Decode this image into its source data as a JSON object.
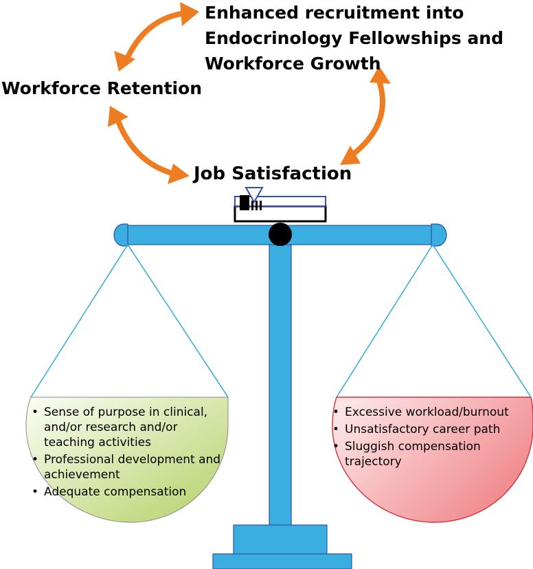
{
  "labels": {
    "top_line1": "Enhanced recruitment  into",
    "top_line2": "Endocrinology Fellowships and",
    "top_line3": "Workforce Growth",
    "retention": "Workforce Retention",
    "job_satisfaction": "Job Satisfaction"
  },
  "left_pan": {
    "items": [
      "Sense of purpose in clinical, and/or research and/or teaching activities",
      " Professional development and achievement",
      "Adequate compensation"
    ]
  },
  "right_pan": {
    "items": [
      "Excessive workload/burnout",
      "Unsatisfactory career path",
      "Sluggish compensation trajectory"
    ]
  },
  "colors": {
    "arrow": "#ee7d22",
    "scale_blue": "#3aaee0",
    "scale_outline": "#2f4fa8",
    "left_pan_fill": "#b7d36a",
    "right_pan_fill": "#f08a8c",
    "right_pan_outline": "#d83038"
  }
}
